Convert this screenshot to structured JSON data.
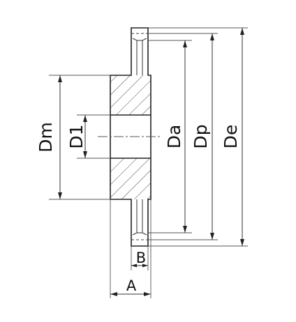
{
  "labels": {
    "dm": "Dm",
    "d1": "D1",
    "da": "Da",
    "dp": "Dp",
    "de": "De",
    "b": "B",
    "a": "A"
  },
  "colors": {
    "line": "#222222",
    "background": "#ffffff"
  }
}
